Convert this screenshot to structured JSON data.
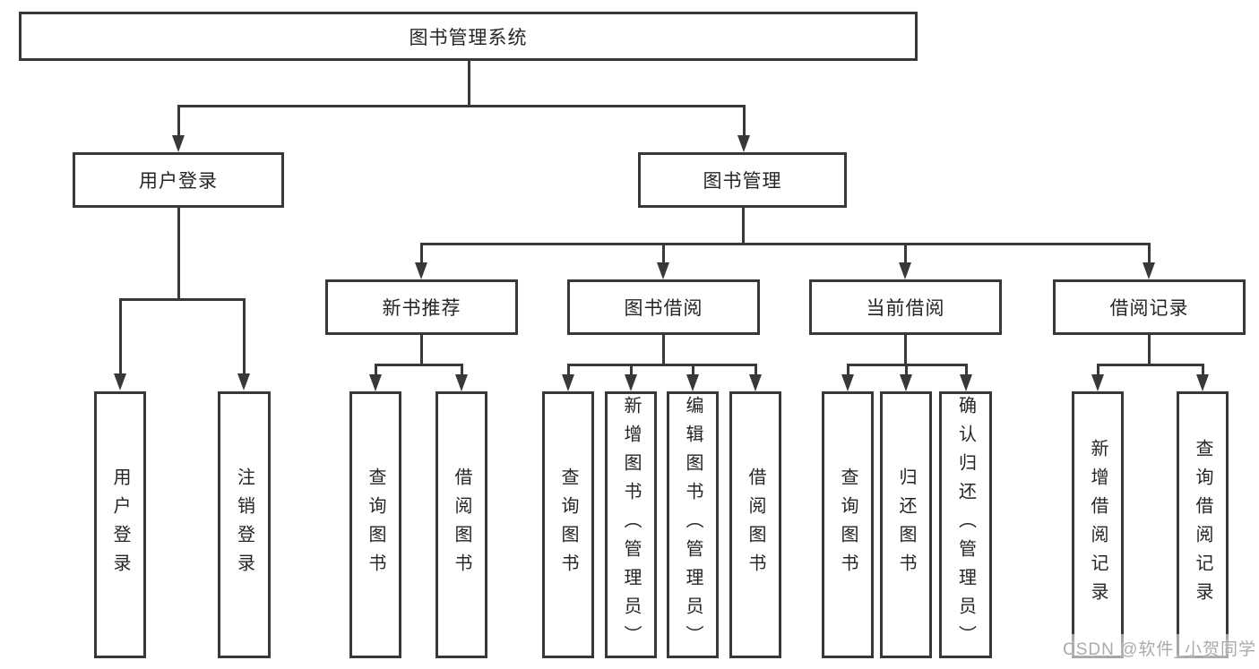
{
  "diagram_title": "图书管理系统",
  "tree": {
    "label": "图书管理系统",
    "children": [
      {
        "label": "用户登录",
        "children": [
          {
            "label": "用户登录"
          },
          {
            "label": "注销登录"
          }
        ]
      },
      {
        "label": "图书管理",
        "children": [
          {
            "label": "新书推荐",
            "children": [
              {
                "label": "查询图书"
              },
              {
                "label": "借阅图书"
              }
            ]
          },
          {
            "label": "图书借阅",
            "children": [
              {
                "label": "查询图书"
              },
              {
                "label": "新增图书（管理员）"
              },
              {
                "label": "编辑图书（管理员）"
              },
              {
                "label": "借阅图书"
              }
            ]
          },
          {
            "label": "当前借阅",
            "children": [
              {
                "label": "查询图书"
              },
              {
                "label": "归还图书"
              },
              {
                "label": "确认归还（管理员）"
              }
            ]
          },
          {
            "label": "借阅记录",
            "children": [
              {
                "label": "新增借阅记录"
              },
              {
                "label": "查询借阅记录"
              }
            ]
          }
        ]
      }
    ]
  },
  "watermark": "CSDN @软件_小贺同学",
  "colors": {
    "line": "#383838",
    "text": "#252525",
    "watermark": "#ababab",
    "background": "#ffffff"
  }
}
